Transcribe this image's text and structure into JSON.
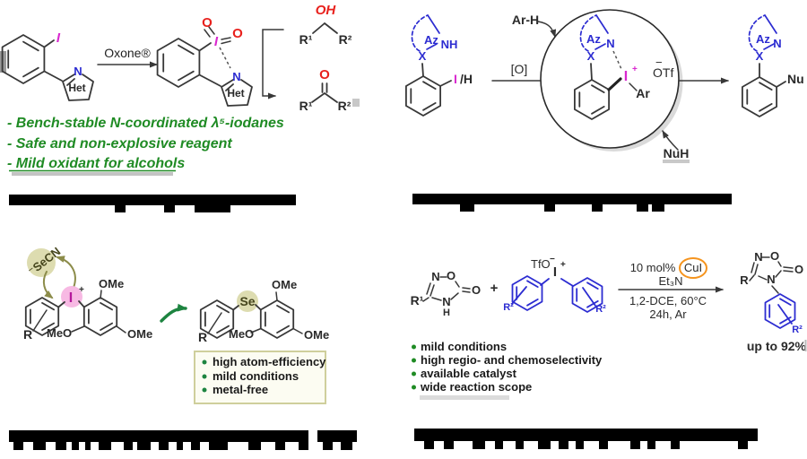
{
  "colors": {
    "heteroatom_blue": "#2c2cd1",
    "iodine_magenta": "#d928cf",
    "iodine_dark_magenta": "#b5189b",
    "oxygen_red": "#e8211d",
    "green_text": "#1f8b24",
    "green_arrow": "#1d8440",
    "olive": "#8c8c4a",
    "olive_fill": "#dddcb0",
    "pink_fill": "#f7b9e3",
    "orange": "#f5941e",
    "bond": "#383838"
  },
  "panel_a": {
    "labels": {
      "i": "I",
      "n": "N",
      "het": "Het",
      "oxone": "Oxone®",
      "o": "O",
      "oh": "OH",
      "r1": "R¹",
      "r2": "R²"
    },
    "bullets": [
      "- Bench-stable N-coordinated λ⁵-iodanes",
      "- Safe and non-explosive reagent",
      "- Mild oxidant for alcohols"
    ]
  },
  "panel_b": {
    "labels": {
      "az": "Az",
      "x": "X",
      "nh": "NH",
      "n": "N",
      "i": "I",
      "h": "/H",
      "arh": "Ar-H",
      "ox": "[O]",
      "plus": "+",
      "ar": "Ar",
      "minus": "−",
      "otf": "OTf",
      "nuh": "NuH",
      "nu": "Nu"
    }
  },
  "panel_c": {
    "labels": {
      "secn": "⁻SeCN",
      "i": "I",
      "plus": "+",
      "r": "R",
      "ome": "OMe",
      "meo": "MeO",
      "se": "Se"
    },
    "bullets": [
      "high atom-efficiency",
      "mild conditions",
      "metal-free"
    ]
  },
  "panel_d": {
    "labels": {
      "n": "N",
      "o": "O",
      "h": "H",
      "r1": "R¹",
      "plus": "+",
      "tfo": "TfO",
      "minus": "−",
      "i": "I",
      "r2": "R²",
      "r": "R"
    },
    "conditions": {
      "line1": "10 mol%",
      "catalyst": "CuI",
      "line2": "Et₃N",
      "line3": "1,2-DCE, 60°C",
      "line4": "24h, Ar"
    },
    "yield": "up to 92%",
    "bullets": [
      "mild conditions",
      "high regio- and chemoselectivity",
      "available catalyst",
      "wide reaction scope"
    ]
  }
}
